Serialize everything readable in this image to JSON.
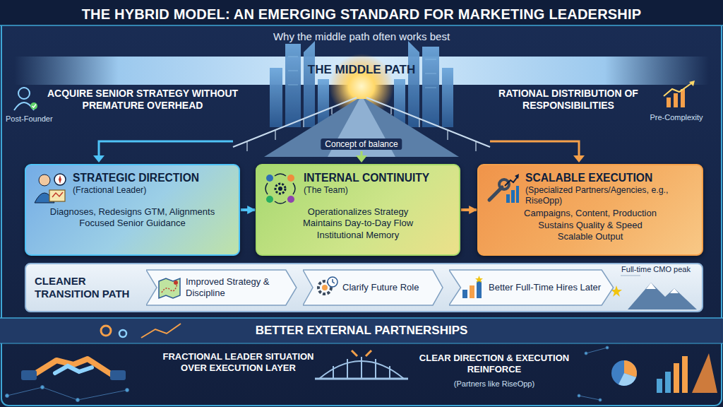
{
  "diagram": {
    "title": "THE HYBRID MODEL: AN EMERGING STANDARD FOR MARKETING LEADERSHIP",
    "nodes": [
      {
        "text": [
          "STRATEGIC DIRECTION",
          "(Fractional Leader)",
          "Diagnoses, Redesigns GTM, Alignments",
          "Focused Senior Guidance"
        ]
      },
      {
        "text": [
          "INTERNAL CONTINUITY",
          "(The Team)",
          "Operationalizes Strategy",
          "Maintains Day-to-Day Flow",
          "Institutional Memory"
        ]
      },
      {
        "text": [
          "SCALABLE EXECUTION",
          "(Specialized Partners/Agencies, e.g., RiseOpp)",
          "Campaigns, Content, Production",
          "Sustains Quality & Speed",
          "Scalable Output"
        ]
      },
      {
        "text": [
          "CLEANER TRANSITION PATH"
        ]
      },
      {
        "text": [
          "Improved Strategy & Discipline"
        ],
        "in": 3
      },
      {
        "text": [
          "Clarify Future Role"
        ],
        "in": 3
      },
      {
        "text": [
          "Better Full-Time Hires Later"
        ],
        "in": 3
      }
    ],
    "edges": [
      {
        "from": 0,
        "to": 1,
        "arrow": "to"
      },
      {
        "from": 1,
        "to": 2,
        "arrow": "to"
      }
    ],
    "labels": [
      "Why the middle path often works best",
      "THE MIDDLE PATH",
      "ACQUIRE SENIOR STRATEGY WITHOUT PREMATURE OVERHEAD",
      "Post-Founder",
      "RATIONAL DISTRIBUTION OF RESPONSIBILITIES",
      "Pre-Complexity",
      "Concept of balance",
      "Full-time CMO peak",
      "BETTER EXTERNAL PARTNERSHIPS",
      "FRACTIONAL LEADER SITUATION OVER EXECUTION LAYER",
      "CLEAR DIRECTION & EXECUTION REINFORCE",
      "(Partners like RiseOpp)"
    ]
  }
}
